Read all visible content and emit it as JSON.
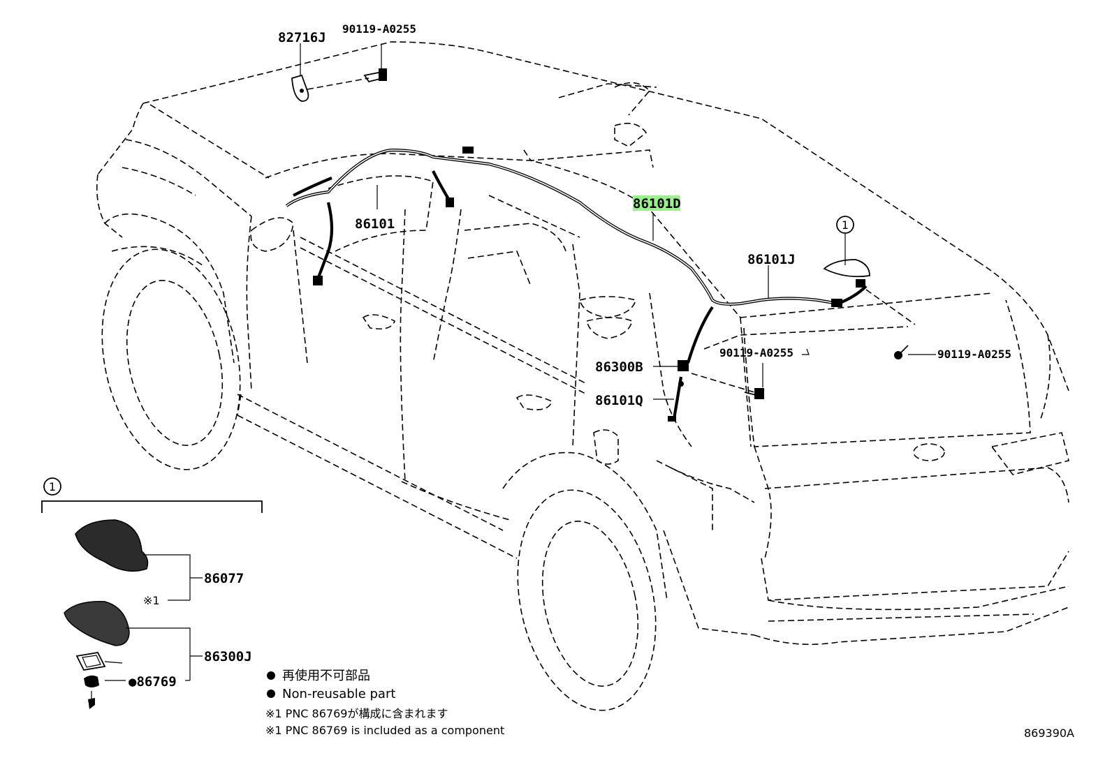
{
  "diagram": {
    "parts": {
      "p82716J": "82716J",
      "p90119_a": "90119-A0255",
      "p86101D": "86101D",
      "p86101": "86101",
      "p86101J": "86101J",
      "p90119_b": "90119-A0255",
      "p90119_c": "90119-A0255",
      "p86300B": "86300B",
      "p86101Q": "86101Q",
      "p86077": "86077",
      "p86300J": "86300J",
      "p86769": "●86769"
    },
    "callout_marker": "1",
    "detail_marker": "1",
    "footnote_ref": "※1",
    "highlight_color": "#9af08a",
    "legend": {
      "jp": "再使用不可部品",
      "en": "Non-reusable part",
      "note_jp": "※1 PNC 86769が構成に含まれます",
      "note_en": "※1 PNC 86769 is included as a component"
    },
    "figure_id": "869390A"
  }
}
